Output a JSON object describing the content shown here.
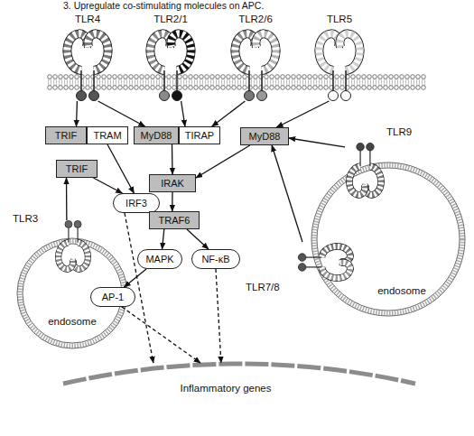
{
  "diagram": {
    "nodes": [
      {
        "text": [
          "TLR4"
        ]
      },
      {
        "text": [
          "TLR2/1"
        ]
      },
      {
        "text": [
          "TLR2/6"
        ]
      },
      {
        "text": [
          "TLR5"
        ]
      },
      {
        "text": [
          "TRIF"
        ]
      },
      {
        "text": [
          "TRAM"
        ]
      },
      {
        "text": [
          "MyD88"
        ]
      },
      {
        "text": [
          "TIRAP"
        ]
      },
      {
        "text": [
          "MyD88"
        ]
      },
      {
        "text": [
          "endosome"
        ]
      },
      {
        "text": [
          "TLR9"
        ],
        "in": 9
      },
      {
        "text": [
          "TRIF"
        ]
      },
      {
        "text": [
          "IRAK"
        ]
      },
      {
        "text": [
          "IRF3"
        ]
      },
      {
        "text": [
          "TRAF6"
        ]
      },
      {
        "text": [
          "endosome"
        ]
      },
      {
        "text": [
          "TLR3"
        ],
        "in": 15
      },
      {
        "text": [
          "TLR7/8"
        ],
        "in": 9
      },
      {
        "text": [
          "MAPK"
        ]
      },
      {
        "text": [
          "NF-κB"
        ]
      },
      {
        "text": [
          "AP-1"
        ]
      },
      {
        "text": [
          "Inflammatory genes"
        ]
      }
    ],
    "edges": [
      {
        "from": 0,
        "to": 4,
        "arrow": "to"
      },
      {
        "from": 0,
        "to": 6,
        "arrow": "to"
      },
      {
        "from": 1,
        "to": 7,
        "arrow": "to"
      },
      {
        "from": 2,
        "to": 7,
        "arrow": "to"
      },
      {
        "from": 3,
        "to": 8,
        "arrow": "to"
      },
      {
        "from": 10,
        "to": 8,
        "arrow": "to"
      },
      {
        "from": 17,
        "to": 8,
        "arrow": "to"
      },
      {
        "from": 16,
        "to": 11,
        "arrow": "to"
      },
      {
        "from": 11,
        "to": 13,
        "arrow": "to"
      },
      {
        "from": 5,
        "to": 13,
        "arrow": "to"
      },
      {
        "from": 6,
        "to": 12,
        "arrow": "to"
      },
      {
        "from": 8,
        "to": 12,
        "arrow": "to"
      },
      {
        "from": 12,
        "to": 14,
        "arrow": "to"
      },
      {
        "from": 14,
        "to": 18,
        "arrow": "to"
      },
      {
        "from": 14,
        "to": 19,
        "arrow": "to"
      },
      {
        "from": 18,
        "to": 20,
        "arrow": "to"
      },
      {
        "from": 13,
        "to": 21,
        "arrow": "to"
      },
      {
        "from": 20,
        "to": 21,
        "arrow": "to"
      },
      {
        "from": 19,
        "to": 21,
        "arrow": "to"
      }
    ],
    "labels": [
      "3. Upregulate co-stimulating molecules on APC."
    ]
  }
}
